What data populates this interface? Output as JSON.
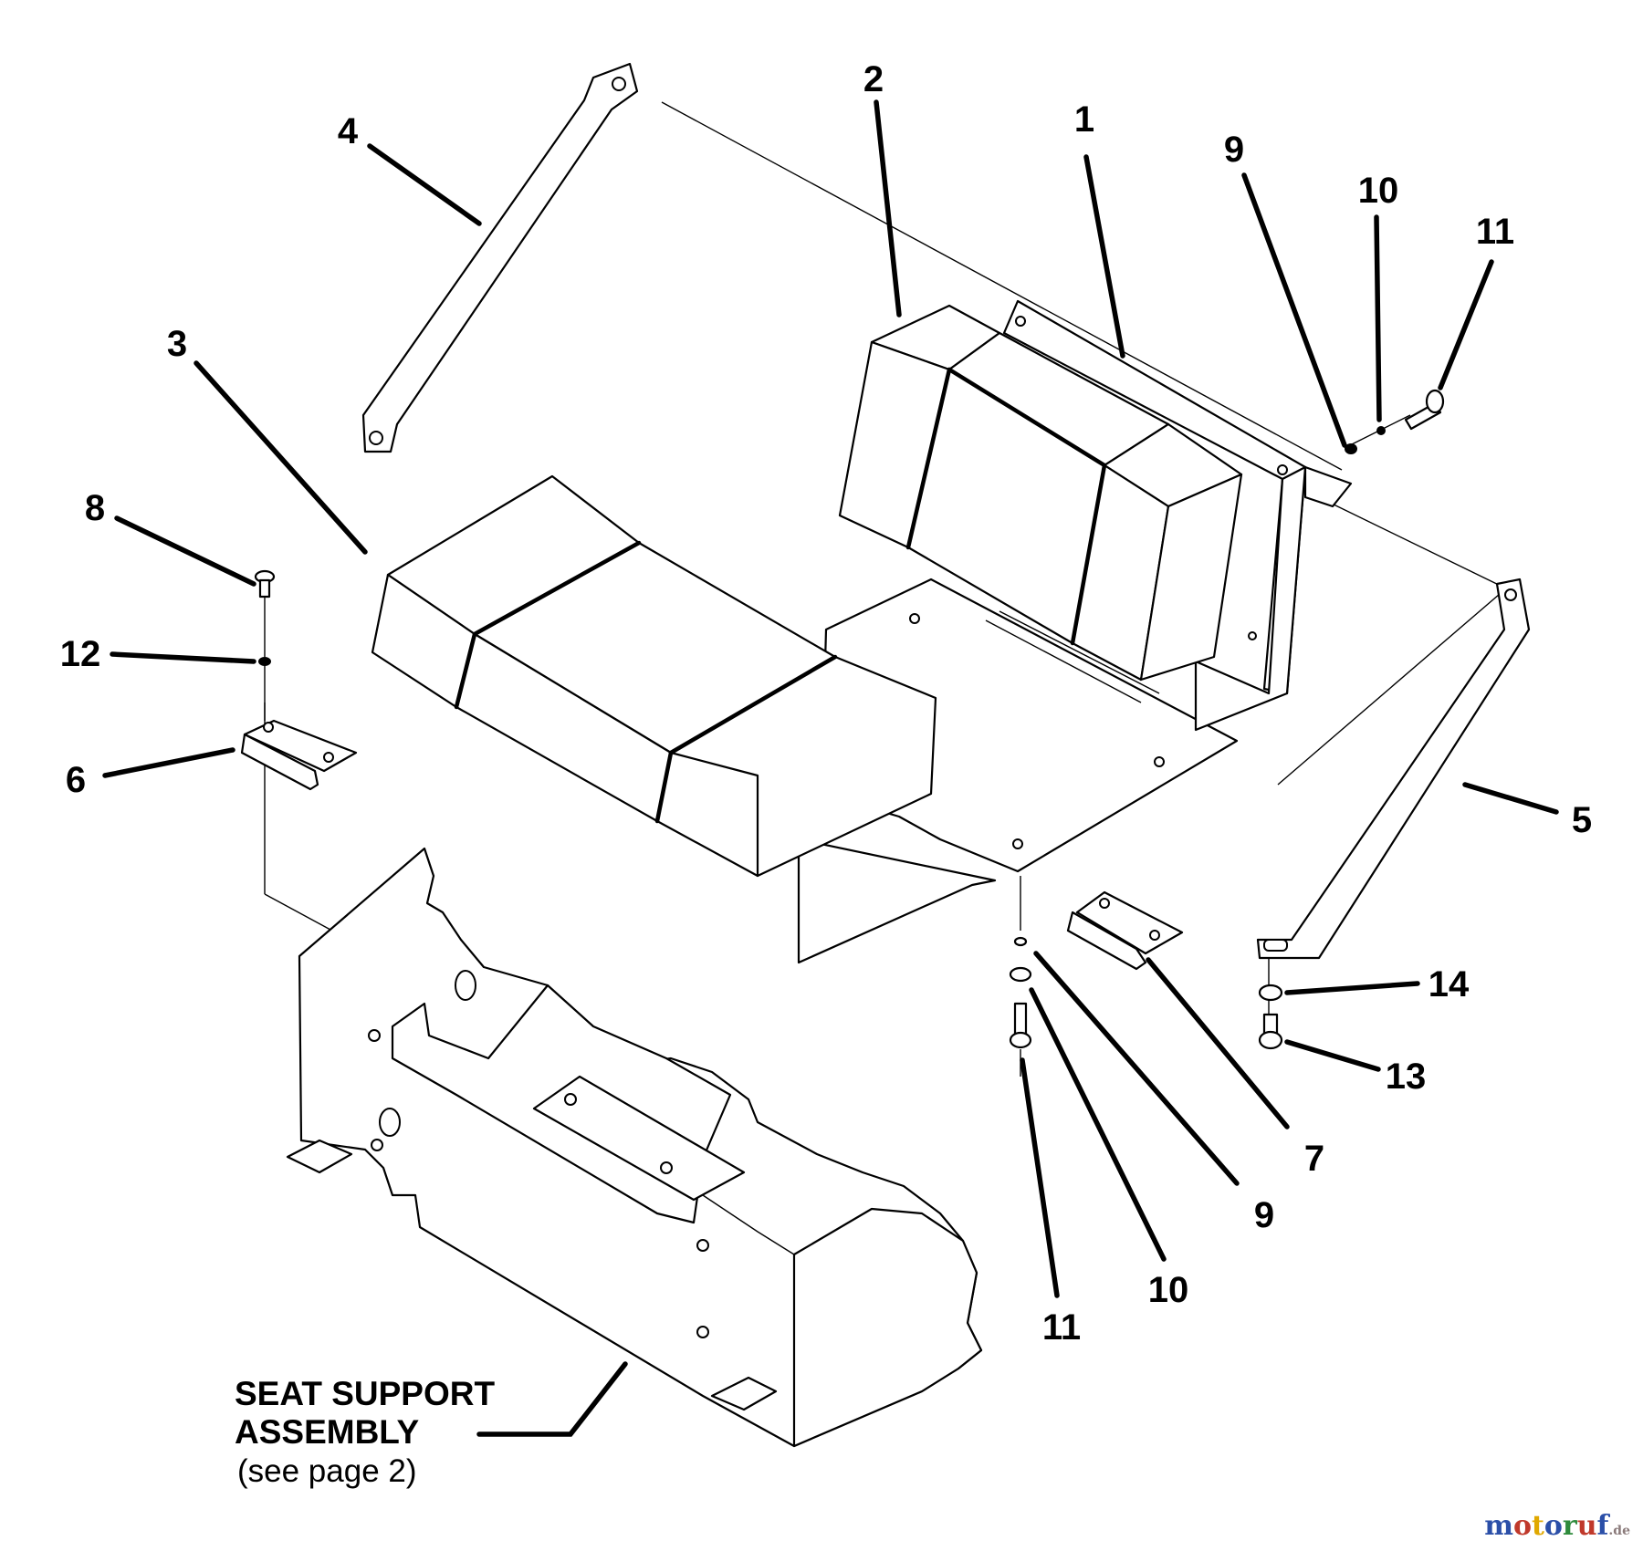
{
  "callouts": {
    "c1": "1",
    "c2": "2",
    "c3": "3",
    "c4": "4",
    "c5": "5",
    "c6": "6",
    "c7": "7",
    "c8": "8",
    "c9a": "9",
    "c9b": "9",
    "c10a": "10",
    "c10b": "10",
    "c11a": "11",
    "c11b": "11",
    "c12": "12",
    "c13": "13",
    "c14": "14"
  },
  "assembly_note": {
    "line1": "SEAT SUPPORT",
    "line2": "ASSEMBLY",
    "line3": "(see page 2)"
  },
  "watermark": {
    "letters": [
      "m",
      "o",
      "t",
      "o",
      "r",
      "u",
      "f"
    ],
    "colors": [
      "#2b4fa8",
      "#c0392b",
      "#e0a800",
      "#2b4fa8",
      "#2e8b3c",
      "#c0392b",
      "#2b4fa8"
    ],
    "suffix": ".de"
  }
}
